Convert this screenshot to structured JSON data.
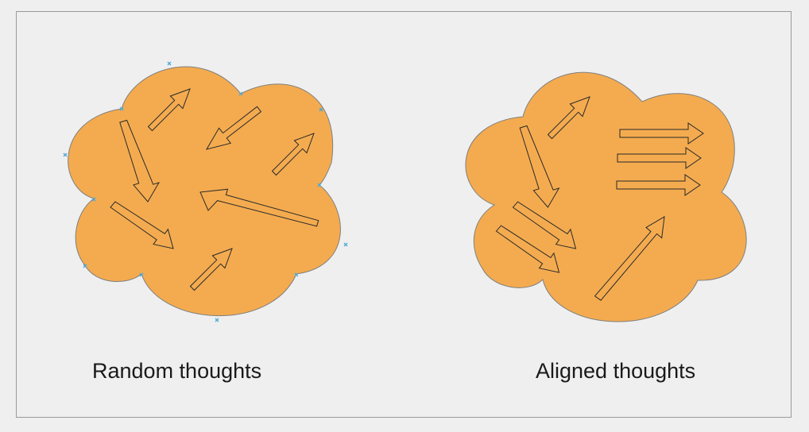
{
  "colors": {
    "background": "#efefef",
    "frame": "#9a9a9a",
    "cloud_fill": "#f4ab4f",
    "cloud_stroke": "#7f7f7f",
    "arrow_stroke": "#2a2a2a",
    "handle": "#4aa8d8"
  },
  "panels": [
    {
      "caption": "Random thoughts",
      "arrangement": "random"
    },
    {
      "caption": "Aligned thoughts",
      "arrangement": "aligned"
    }
  ]
}
